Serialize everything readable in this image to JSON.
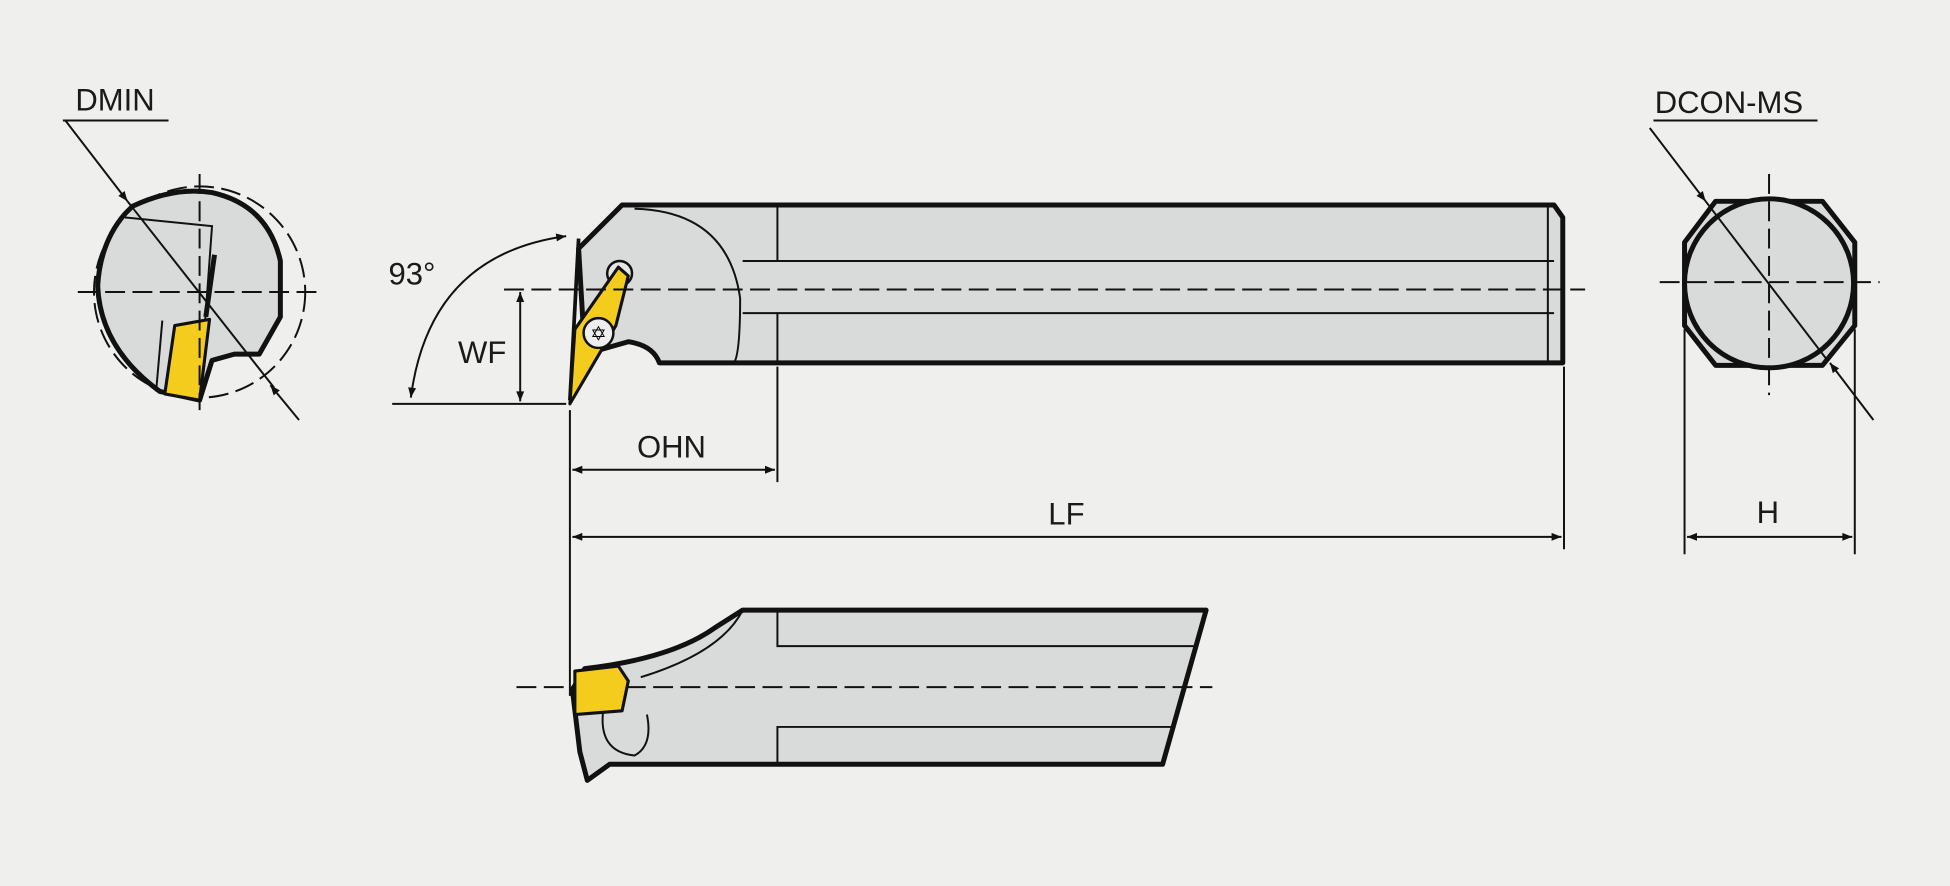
{
  "title": "Boring bar dimension drawing",
  "labels": {
    "dmin": "DMIN",
    "dcon": "DCON-MS",
    "angle": "93°",
    "wf": "WF",
    "ohn": "OHN",
    "lf": "LF",
    "h": "H"
  },
  "colors": {
    "background": "#efefed",
    "body": "#d9dbdb",
    "insert": "#f3cc1e",
    "line": "#111111"
  }
}
